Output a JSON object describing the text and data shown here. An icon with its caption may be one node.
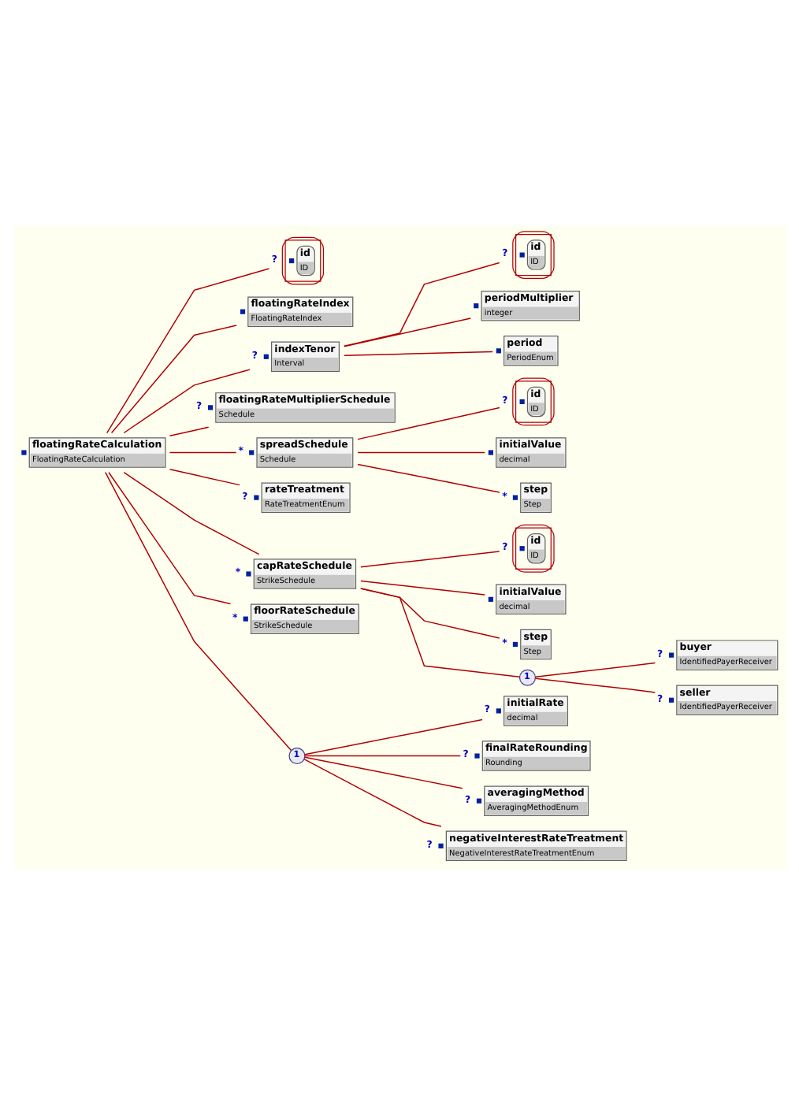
{
  "diagram": {
    "nodes": [
      {
        "text": [
          "floatingRateCalculation",
          "FloatingRateCalculation"
        ]
      },
      {
        "text": [
          "id",
          "ID"
        ],
        "beside": [
          "?"
        ]
      },
      {
        "text": [
          "floatingRateIndex",
          "FloatingRateIndex"
        ]
      },
      {
        "text": [
          "indexTenor",
          "Interval"
        ],
        "beside": [
          "?"
        ]
      },
      {
        "text": [
          "id",
          "ID"
        ],
        "beside": [
          "?"
        ]
      },
      {
        "text": [
          "periodMultiplier",
          "integer"
        ]
      },
      {
        "text": [
          "period",
          "PeriodEnum"
        ]
      },
      {
        "text": [
          "floatingRateMultiplierSchedule",
          "Schedule"
        ],
        "beside": [
          "?"
        ]
      },
      {
        "text": [
          "spreadSchedule",
          "Schedule"
        ],
        "beside": [
          "*"
        ]
      },
      {
        "text": [
          "id",
          "ID"
        ],
        "beside": [
          "?"
        ]
      },
      {
        "text": [
          "initialValue",
          "decimal"
        ]
      },
      {
        "text": [
          "step",
          "Step"
        ],
        "beside": [
          "*"
        ]
      },
      {
        "text": [
          "rateTreatment",
          "RateTreatmentEnum"
        ],
        "beside": [
          "?"
        ]
      },
      {
        "text": [
          "capRateSchedule",
          "StrikeSchedule"
        ],
        "beside": [
          "*"
        ]
      },
      {
        "text": [
          "id",
          "ID"
        ],
        "beside": [
          "?"
        ]
      },
      {
        "text": [
          "initialValue",
          "decimal"
        ]
      },
      {
        "text": [
          "step",
          "Step"
        ],
        "beside": [
          "*"
        ]
      },
      {
        "text": [
          "1"
        ]
      },
      {
        "text": [
          "buyer",
          "IdentifiedPayerReceiver"
        ],
        "beside": [
          "?"
        ]
      },
      {
        "text": [
          "seller",
          "IdentifiedPayerReceiver"
        ],
        "beside": [
          "?"
        ]
      },
      {
        "text": [
          "floorRateSchedule",
          "StrikeSchedule"
        ],
        "beside": [
          "*"
        ]
      },
      {
        "text": [
          "1"
        ]
      },
      {
        "text": [
          "initialRate",
          "decimal"
        ],
        "beside": [
          "?"
        ]
      },
      {
        "text": [
          "finalRateRounding",
          "Rounding"
        ],
        "beside": [
          "?"
        ]
      },
      {
        "text": [
          "averagingMethod",
          "AveragingMethodEnum"
        ],
        "beside": [
          "?"
        ]
      },
      {
        "text": [
          "negativeInterestRateTreatment",
          "NegativeInterestRateTreatmentEnum"
        ],
        "beside": [
          "?"
        ]
      }
    ],
    "edges": [
      {
        "from": 0,
        "to": 1,
        "arrow": "none"
      },
      {
        "from": 0,
        "to": 2,
        "arrow": "none"
      },
      {
        "from": 0,
        "to": 3,
        "arrow": "none"
      },
      {
        "from": 3,
        "to": 4,
        "arrow": "none"
      },
      {
        "from": 3,
        "to": 5,
        "arrow": "none"
      },
      {
        "from": 3,
        "to": 6,
        "arrow": "none"
      },
      {
        "from": 0,
        "to": 7,
        "arrow": "none"
      },
      {
        "from": 0,
        "to": 8,
        "arrow": "none"
      },
      {
        "from": 8,
        "to": 9,
        "arrow": "none"
      },
      {
        "from": 8,
        "to": 10,
        "arrow": "none"
      },
      {
        "from": 8,
        "to": 11,
        "arrow": "none"
      },
      {
        "from": 0,
        "to": 12,
        "arrow": "none"
      },
      {
        "from": 0,
        "to": 13,
        "arrow": "none"
      },
      {
        "from": 13,
        "to": 14,
        "arrow": "none"
      },
      {
        "from": 13,
        "to": 15,
        "arrow": "none"
      },
      {
        "from": 13,
        "to": 16,
        "arrow": "none"
      },
      {
        "from": 13,
        "to": 17,
        "arrow": "none"
      },
      {
        "from": 17,
        "to": 18,
        "arrow": "none"
      },
      {
        "from": 17,
        "to": 19,
        "arrow": "none"
      },
      {
        "from": 0,
        "to": 20,
        "arrow": "none"
      },
      {
        "from": 0,
        "to": 21,
        "arrow": "none"
      },
      {
        "from": 21,
        "to": 22,
        "arrow": "none"
      },
      {
        "from": 21,
        "to": 23,
        "arrow": "none"
      },
      {
        "from": 21,
        "to": 24,
        "arrow": "none"
      },
      {
        "from": 21,
        "to": 25,
        "arrow": "none"
      }
    ]
  }
}
